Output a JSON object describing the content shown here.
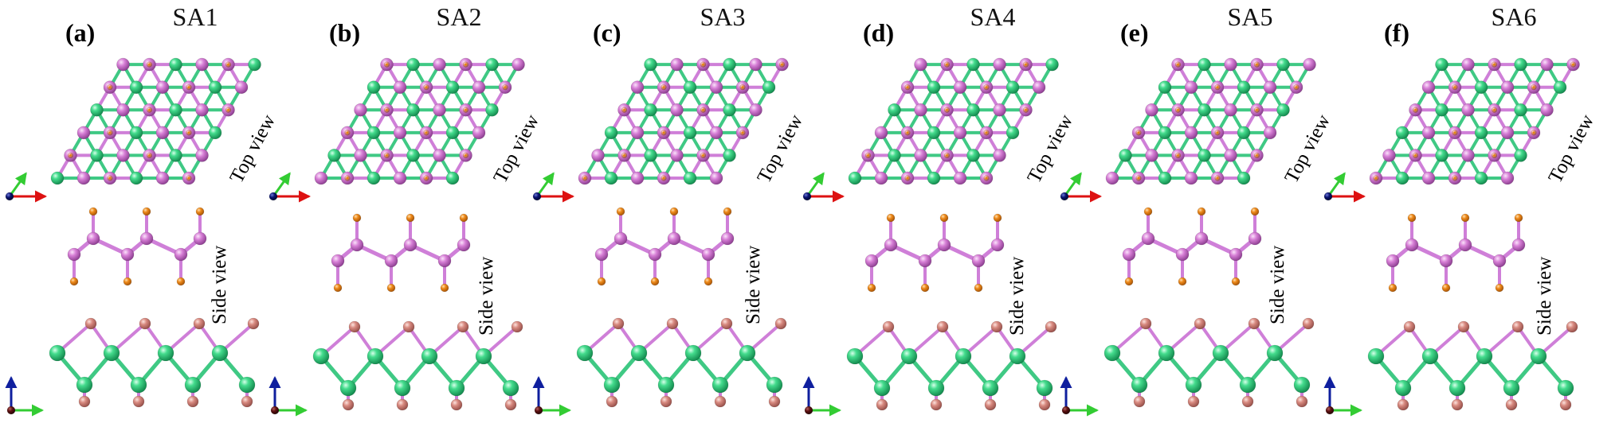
{
  "panels": [
    {
      "label": "(a)",
      "title": "SA1",
      "variant": 0
    },
    {
      "label": "(b)",
      "title": "SA2",
      "variant": 1
    },
    {
      "label": "(c)",
      "title": "SA3",
      "variant": 2
    },
    {
      "label": "(d)",
      "title": "SA4",
      "variant": 3
    },
    {
      "label": "(e)",
      "title": "SA5",
      "variant": 4
    },
    {
      "label": "(f)",
      "title": "SA6",
      "variant": 5
    }
  ],
  "views": {
    "top": "Top view",
    "side": "Side view"
  },
  "colors": {
    "green_atom": "#2fd07d",
    "pink_atom": "#d77fd6",
    "salmon_atom": "#d88a80",
    "orange_atom": "#ee8a1a",
    "green_bond": "#3fc984",
    "pink_bond": "#cf7fd8",
    "axis_red": "#dd1111",
    "axis_green": "#33cc33",
    "axis_blue": "#0f1f9e",
    "axis_dark": "#5a1010",
    "axis_navy": "#0a1470"
  },
  "icons": [
    "axis-triad-icon"
  ]
}
